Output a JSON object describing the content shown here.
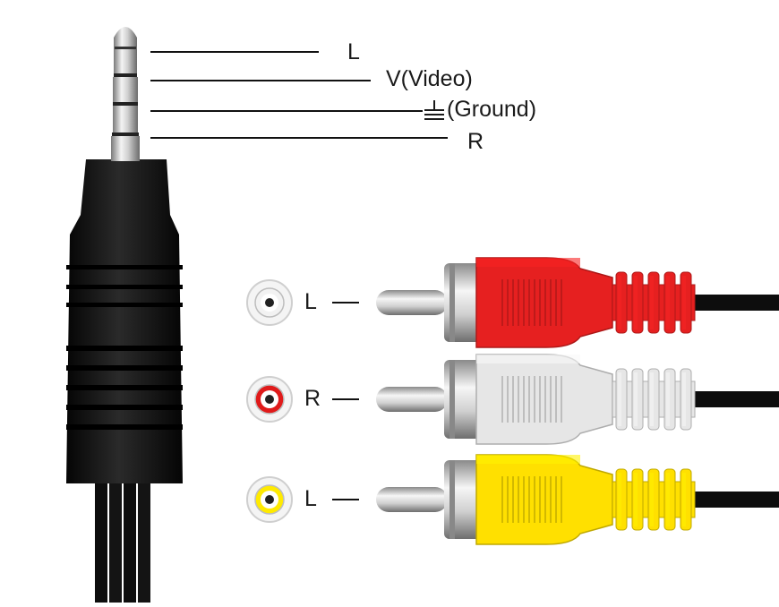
{
  "jack": {
    "pins": [
      {
        "label": "L"
      },
      {
        "label": "V(Video)"
      },
      {
        "label": "(Ground)",
        "icon": "ground-symbol-icon"
      },
      {
        "label": "R"
      }
    ]
  },
  "rca": {
    "plugs": [
      {
        "label": "L",
        "color": "#e62020",
        "socket_color": "#f2f2f2",
        "dot_color": "#222222"
      },
      {
        "label": "R",
        "color": "#e6e6e6",
        "socket_color": "#e01a1a",
        "dot_color": "#222222"
      },
      {
        "label": "L",
        "color": "#ffe000",
        "socket_color": "#ffea00",
        "dot_color": "#222222"
      }
    ]
  },
  "colors": {
    "plug_body": "#111111",
    "cable": "#0d0d0d",
    "metal": "#d8d8d8"
  }
}
